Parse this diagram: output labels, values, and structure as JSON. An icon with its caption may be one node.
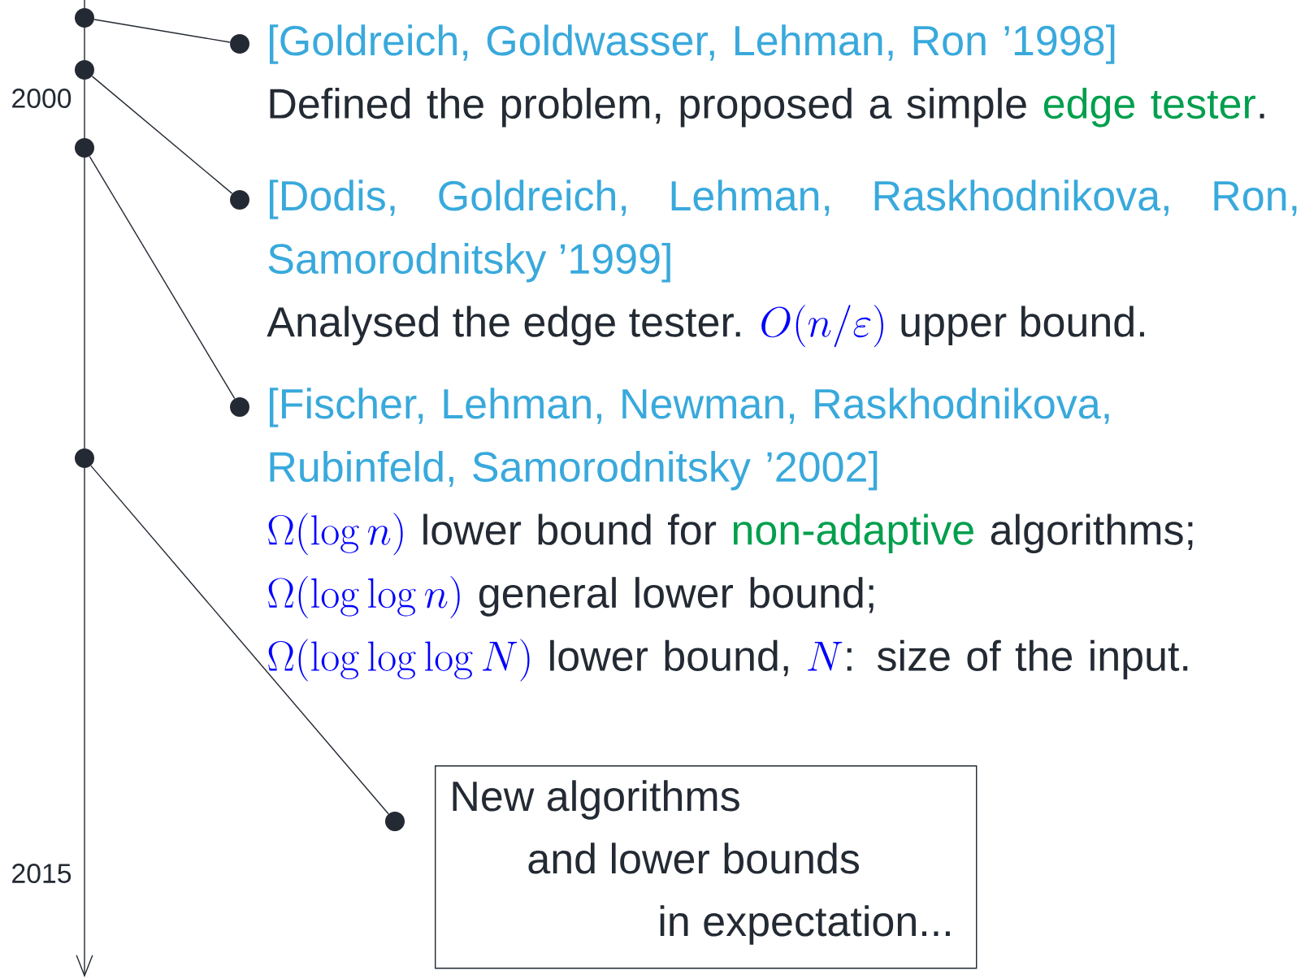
{
  "diagram": {
    "nodes": [
      {
        "text": [],
        "shape": "circle"
      },
      {
        "text": [],
        "shape": "circle"
      },
      {
        "text": [],
        "shape": "circle"
      },
      {
        "text": [],
        "shape": "circle"
      },
      {
        "text": [],
        "shape": "circle",
        "beside": [
          "[Goldreich, Goldwasser, Lehman, Ron ’1998]",
          "Defined the problem, proposed a simple",
          "edge tester",
          "."
        ]
      },
      {
        "text": [],
        "shape": "circle",
        "beside": [
          "[Dodis, Goldreich, Lehman, Raskhodnikova, Ron, Samorodnitsky ’1999]",
          "Analysed the edge tester.",
          "O(n/\\varepsilon)",
          "upper bound."
        ]
      },
      {
        "text": [],
        "shape": "circle",
        "beside": [
          "[Fischer, Lehman, Newman, Raskhodnikova, Rubinfeld, Samorodnitsky ’2002]",
          "\\Omega(\\log n)",
          "lower bound for",
          "non-adaptive",
          "algorithms;",
          "\\Omega(\\log\\log n)",
          "general lower bound;",
          "\\Omega(\\log\\log\\log N)",
          "lower bound,",
          "N",
          ": size of the input."
        ]
      },
      {
        "text": [],
        "shape": "circle"
      },
      {
        "text": [
          "New algorithms",
          "and lower bounds",
          "in expectation..."
        ]
      }
    ],
    "edges": [
      {
        "from": 0,
        "to": 4,
        "arrow": "none"
      },
      {
        "from": 1,
        "to": 5,
        "arrow": "none"
      },
      {
        "from": 2,
        "to": 6,
        "arrow": "none"
      },
      {
        "from": 3,
        "to": 7,
        "arrow": "none"
      }
    ],
    "labels": [
      "2000",
      "2015"
    ]
  }
}
